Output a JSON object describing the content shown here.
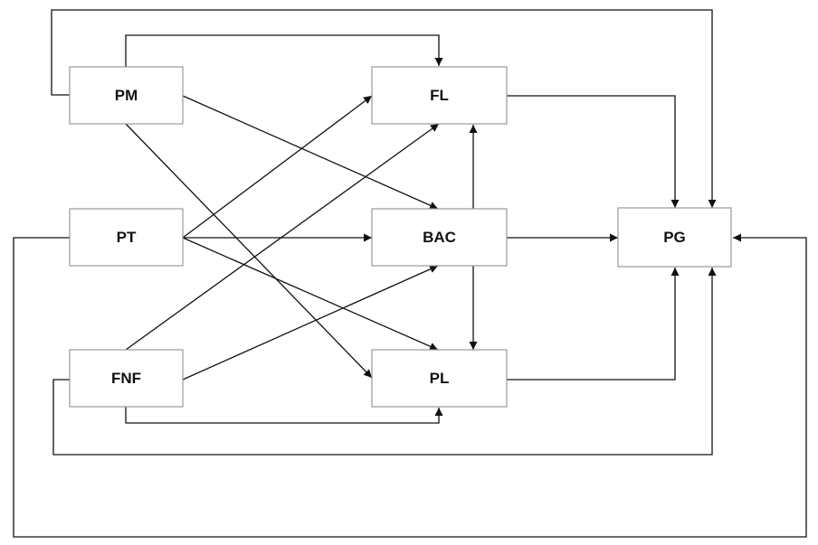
{
  "nodes": {
    "pm": {
      "label": "PM"
    },
    "pt": {
      "label": "PT"
    },
    "fnf": {
      "label": "FNF"
    },
    "fl": {
      "label": "FL"
    },
    "bac": {
      "label": "BAC"
    },
    "pl": {
      "label": "PL"
    },
    "pg": {
      "label": "PG"
    }
  },
  "edges": [
    {
      "from": "PM",
      "to": "FL"
    },
    {
      "from": "PM",
      "to": "BAC"
    },
    {
      "from": "PM",
      "to": "PL"
    },
    {
      "from": "PM",
      "to": "PG"
    },
    {
      "from": "PT",
      "to": "FL"
    },
    {
      "from": "PT",
      "to": "BAC"
    },
    {
      "from": "PT",
      "to": "PL"
    },
    {
      "from": "PT",
      "to": "PG"
    },
    {
      "from": "FNF",
      "to": "FL"
    },
    {
      "from": "FNF",
      "to": "BAC"
    },
    {
      "from": "FNF",
      "to": "PL"
    },
    {
      "from": "FNF",
      "to": "PG"
    },
    {
      "from": "BAC",
      "to": "FL"
    },
    {
      "from": "BAC",
      "to": "PL"
    },
    {
      "from": "FL",
      "to": "PG"
    },
    {
      "from": "BAC",
      "to": "PG"
    },
    {
      "from": "PL",
      "to": "PG"
    }
  ],
  "colors": {
    "line": "#111111",
    "box_border": "#9a9a9a",
    "background": "#ffffff"
  }
}
